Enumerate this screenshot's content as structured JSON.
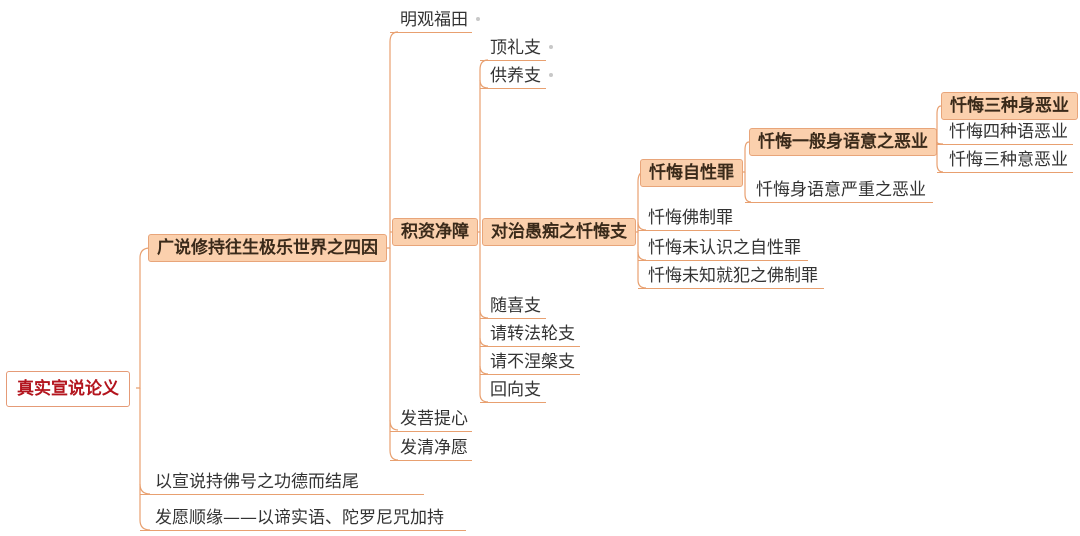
{
  "root": {
    "label": "真实宣说论义"
  },
  "branch1": {
    "label": "广说修持往生极乐世界之四因"
  },
  "l2": {
    "mingguan": "明观福田",
    "jizi": "积资净障",
    "faputi": "发菩提心",
    "faqing": "发清净愿"
  },
  "l3": {
    "dingli": "顶礼支",
    "gongyang": "供养支",
    "duizhi": "对治愚痴之忏悔支",
    "suixi": "随喜支",
    "qingzhuan": "请转法轮支",
    "qingbu": "请不涅槃支",
    "huixiang": "回向支"
  },
  "l4": {
    "zixing": "忏悔自性罪",
    "fozhi": "忏悔佛制罪",
    "weirenshi": "忏悔未认识之自性罪",
    "weizhi": "忏悔未知就犯之佛制罪"
  },
  "l5": {
    "yiban": "忏悔一般身语意之恶业",
    "yanzhong": "忏悔身语意严重之恶业"
  },
  "l6": {
    "shen": "忏悔三种身恶业",
    "yu": "忏悔四种语恶业",
    "yi": "忏悔三种意恶业"
  },
  "root_children": {
    "jiewei": "以宣说持佛号之功德而结尾",
    "fayuan": "发愿顺缘——以谛实语、陀罗尼咒加持"
  },
  "colors": {
    "connector": "#e8a070",
    "box_fill": "#fbd0ad",
    "root_text": "#b3141d"
  }
}
